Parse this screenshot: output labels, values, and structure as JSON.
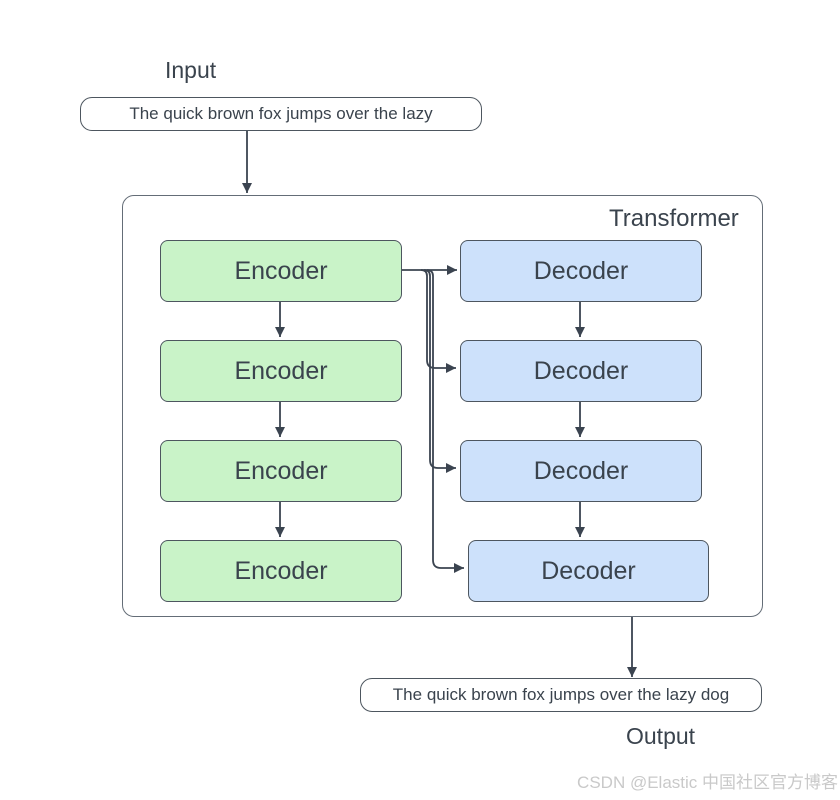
{
  "page": {
    "background": "#ffffff"
  },
  "diagram": {
    "input_label": "Input",
    "input_sentence": "The quick brown fox jumps over the lazy",
    "transformer_label": "Transformer",
    "encoders": [
      "Encoder",
      "Encoder",
      "Encoder",
      "Encoder"
    ],
    "decoders": [
      "Decoder",
      "Decoder",
      "Decoder",
      "Decoder"
    ],
    "output_sentence": "The quick brown fox jumps over the lazy dog",
    "output_label": "Output",
    "colors": {
      "encoder_fill": "#c9f3c8",
      "decoder_fill": "#cde1fb",
      "node_border": "#4d565f",
      "container_border": "#646d77",
      "edge": "#3b4450",
      "text": "#3a434d",
      "watermark": "#c9c9c9"
    }
  },
  "watermark": {
    "text": "CSDN @Elastic 中国社区官方博客"
  }
}
